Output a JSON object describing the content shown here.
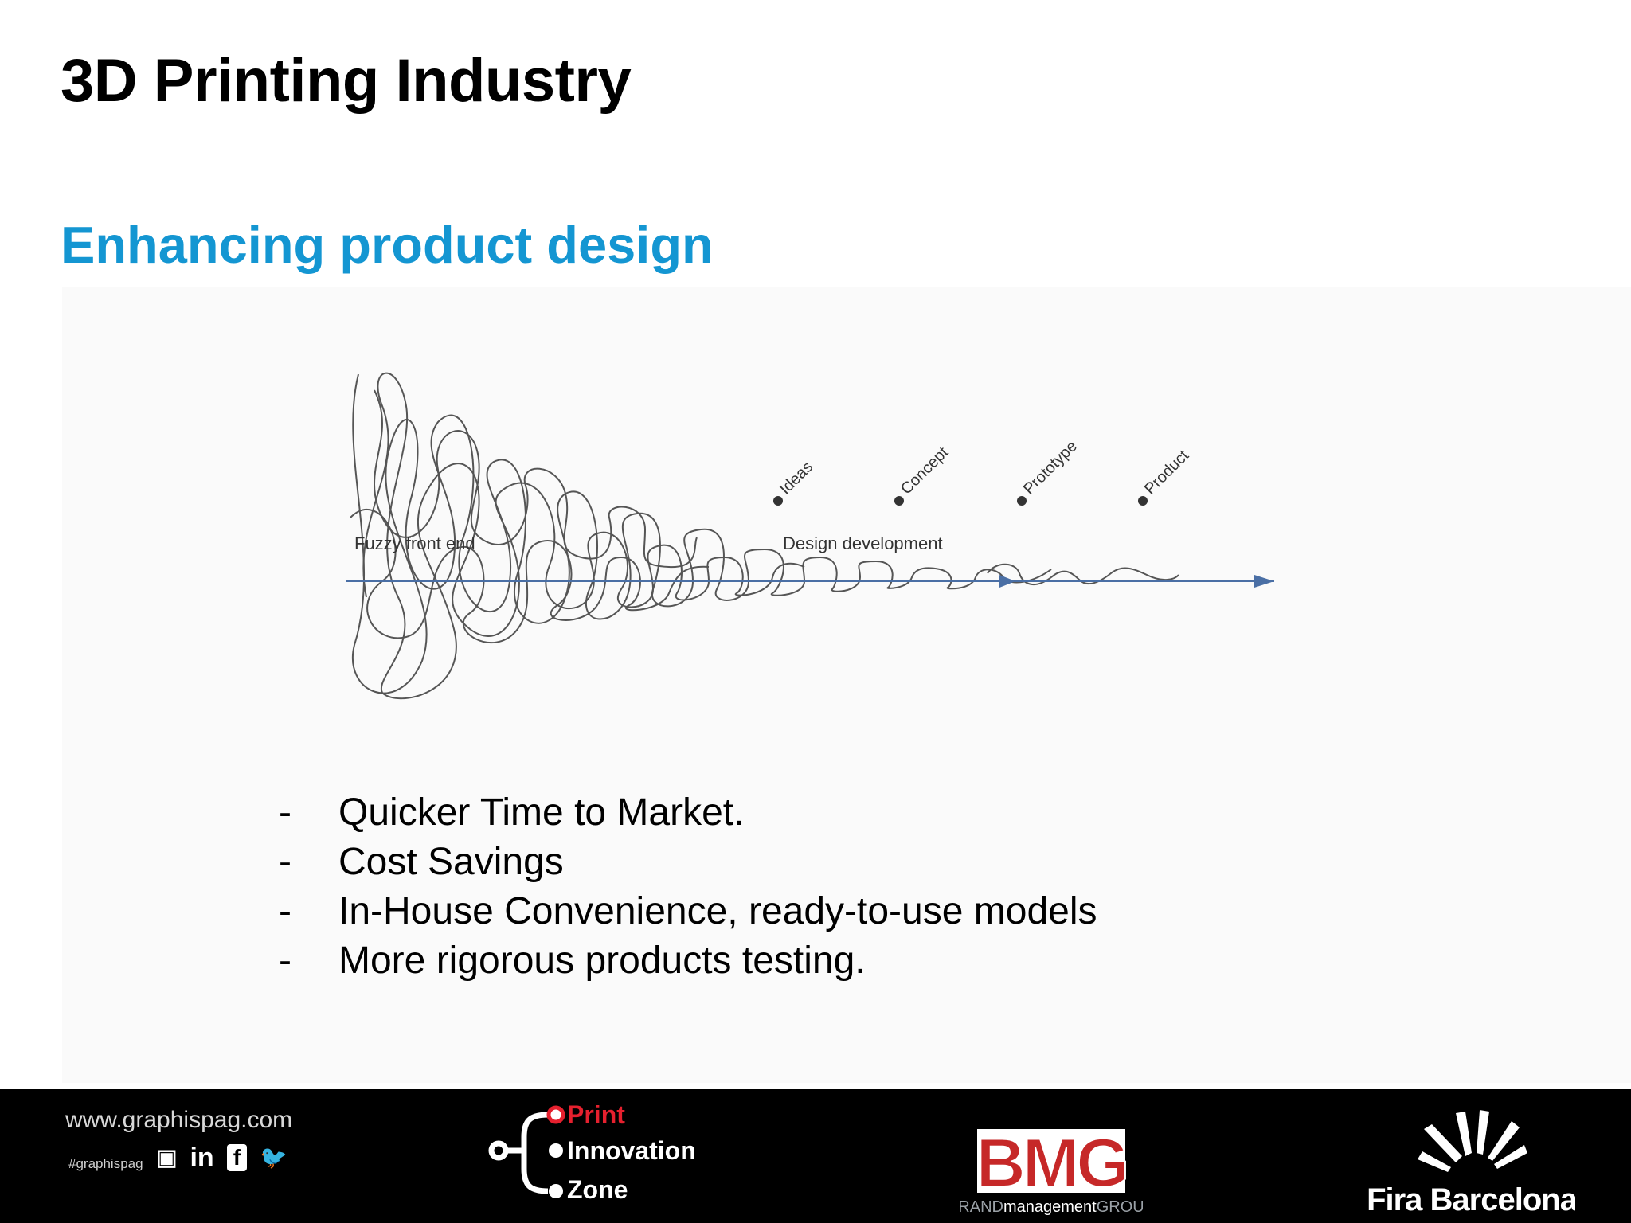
{
  "slide": {
    "title": "3D Printing Industry",
    "subtitle": "Enhancing product design"
  },
  "diagram": {
    "left_label": "Fuzzy front end",
    "right_label": "Design development",
    "milestones": [
      "Ideas",
      "Concept",
      "Prototype",
      "Product"
    ]
  },
  "bullets": [
    "Quicker Time to Market.",
    "Cost Savings",
    "In-House Convenience, ready-to-use models",
    "More rigorous products testing."
  ],
  "bullet_marker": "-",
  "footer": {
    "website": "www.graphispag.com",
    "hashtag": "#graphispag",
    "social_icons": [
      "youtube-icon",
      "linkedin-icon",
      "facebook-icon",
      "twitter-icon"
    ],
    "social_glyphs": {
      "youtube": "▣",
      "linkedin": "in",
      "facebook": "f",
      "twitter": "🐦"
    },
    "print_innovation": [
      "Print",
      "Innovation",
      "Zone"
    ],
    "bmg_logo": "BMG",
    "bmg_tagline_parts": [
      "BRAND",
      "management",
      "GROUP"
    ],
    "fira": "Fira Barcelona"
  },
  "colors": {
    "subtitle": "#1496d2",
    "arrow": "#4a6fa5",
    "print_red": "#e5202e",
    "bmg_red": "#c62828"
  }
}
